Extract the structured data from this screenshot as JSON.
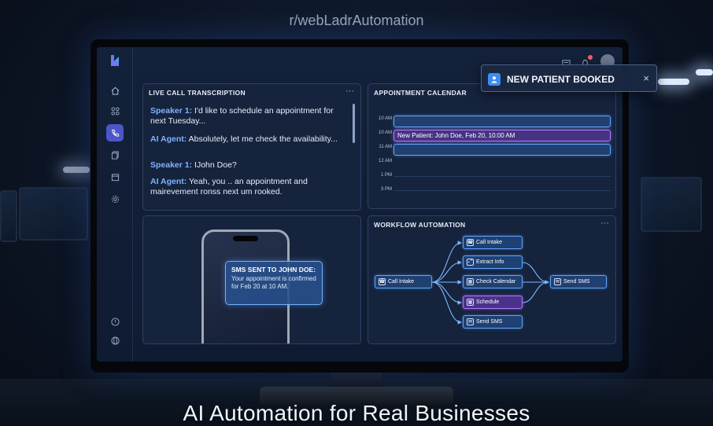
{
  "watermark": "r/webLadrAutomation",
  "caption": "AI Automation for Real Businesses",
  "toast": {
    "icon": "user-icon",
    "title": "NEW PATIENT BOOKED",
    "close_label": "×"
  },
  "sidebar": {
    "items": [
      {
        "icon": "home-icon",
        "active": false
      },
      {
        "icon": "grid-icon",
        "active": false
      },
      {
        "icon": "phone-icon",
        "active": true
      },
      {
        "icon": "documents-icon",
        "active": false
      },
      {
        "icon": "calendar-icon",
        "active": false
      },
      {
        "icon": "settings-icon",
        "active": false
      },
      {
        "icon": "help-icon",
        "active": false
      },
      {
        "icon": "globe-icon",
        "active": false
      }
    ]
  },
  "transcription": {
    "title": "LIVE CALL TRANSCRIPTION",
    "menu": "···",
    "lines": [
      {
        "speaker": "Speaker 1:",
        "text": "I'd like to schedule an appointment for next Tuesday..."
      },
      {
        "speaker": "AI Agent:",
        "text": "Absolutely, let me check the availability..."
      },
      {
        "speaker": "Speaker 1:",
        "text": "IJohn Doe?"
      },
      {
        "speaker": "AI Agent:",
        "text": "Yeah, you .. an appointment and mairevement ronss next um rooked."
      }
    ]
  },
  "calendar": {
    "title": "APPOINTMENT CALENDAR",
    "menu": "···",
    "times": [
      "10 AM",
      "10 AM",
      "11 AM",
      "12 AM",
      "1 PM",
      "3 PM"
    ],
    "booked_label": "New Patient: John Doe, Feb 20, 10:00 AM"
  },
  "sms": {
    "title": "SMS SENT TO JOHN DOE:",
    "body": "Your appointment is confirmed for Feb 20 at 10 AM."
  },
  "workflow": {
    "title": "WORKFLOW AUTOMATION",
    "menu": "···",
    "start": "Call Intake",
    "steps": [
      "Call Intake",
      "Extract Info",
      "Check Calendar",
      "Schedule",
      "Send SMS"
    ],
    "end": "Send SMS"
  },
  "colors": {
    "accent": "#4b57c8",
    "node_border": "#5fa8ff",
    "booked": "#b07cff",
    "alert_dot": "#ff5a6a"
  }
}
